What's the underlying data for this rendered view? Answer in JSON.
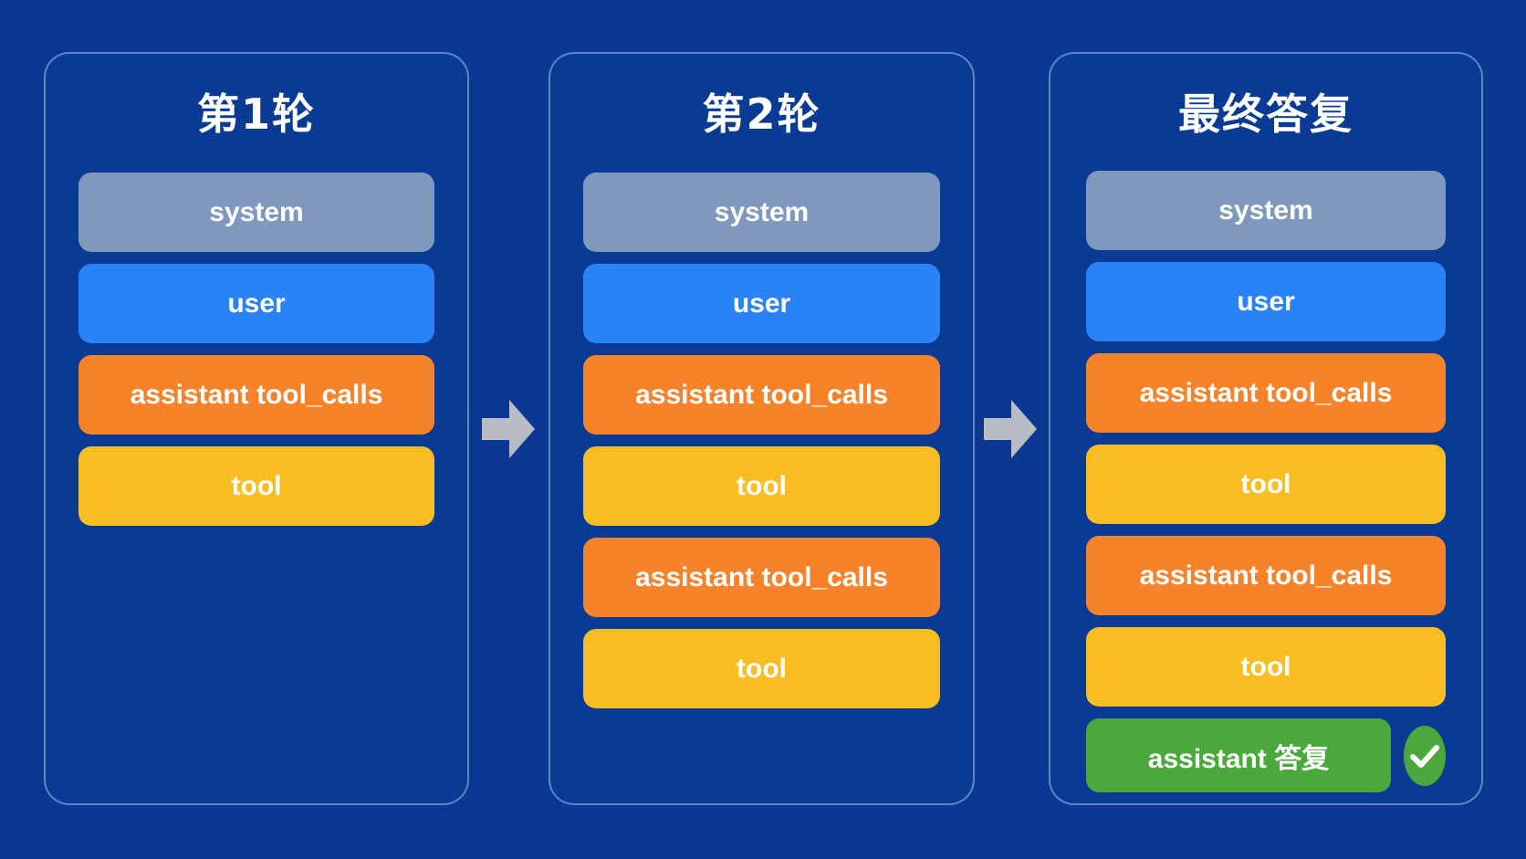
{
  "colors": {
    "background": "#0b3893",
    "system": "#7f98bd",
    "user": "#2a83f6",
    "assistant": "#f6822a",
    "tool": "#f8bd20",
    "final": "#4aa83c",
    "arrow": "#b7bcc6"
  },
  "panels": [
    {
      "title": "第1轮",
      "messages": [
        {
          "role": "system",
          "label": "system"
        },
        {
          "role": "user",
          "label": "user"
        },
        {
          "role": "assistant",
          "label": "assistant tool_calls"
        },
        {
          "role": "tool",
          "label": "tool"
        }
      ]
    },
    {
      "title": "第2轮",
      "messages": [
        {
          "role": "system",
          "label": "system"
        },
        {
          "role": "user",
          "label": "user"
        },
        {
          "role": "assistant",
          "label": "assistant tool_calls"
        },
        {
          "role": "tool",
          "label": "tool"
        },
        {
          "role": "assistant",
          "label": "assistant tool_calls"
        },
        {
          "role": "tool",
          "label": "tool"
        }
      ]
    },
    {
      "title": "最终答复",
      "messages": [
        {
          "role": "system",
          "label": "system"
        },
        {
          "role": "user",
          "label": "user"
        },
        {
          "role": "assistant",
          "label": "assistant tool_calls"
        },
        {
          "role": "tool",
          "label": "tool"
        },
        {
          "role": "assistant",
          "label": "assistant tool_calls"
        },
        {
          "role": "tool",
          "label": "tool"
        }
      ],
      "final_message": {
        "role": "final",
        "label": "assistant 答复",
        "icon": "check-icon"
      }
    }
  ],
  "arrows": [
    {
      "icon": "arrow-right-icon"
    },
    {
      "icon": "arrow-right-icon"
    }
  ]
}
